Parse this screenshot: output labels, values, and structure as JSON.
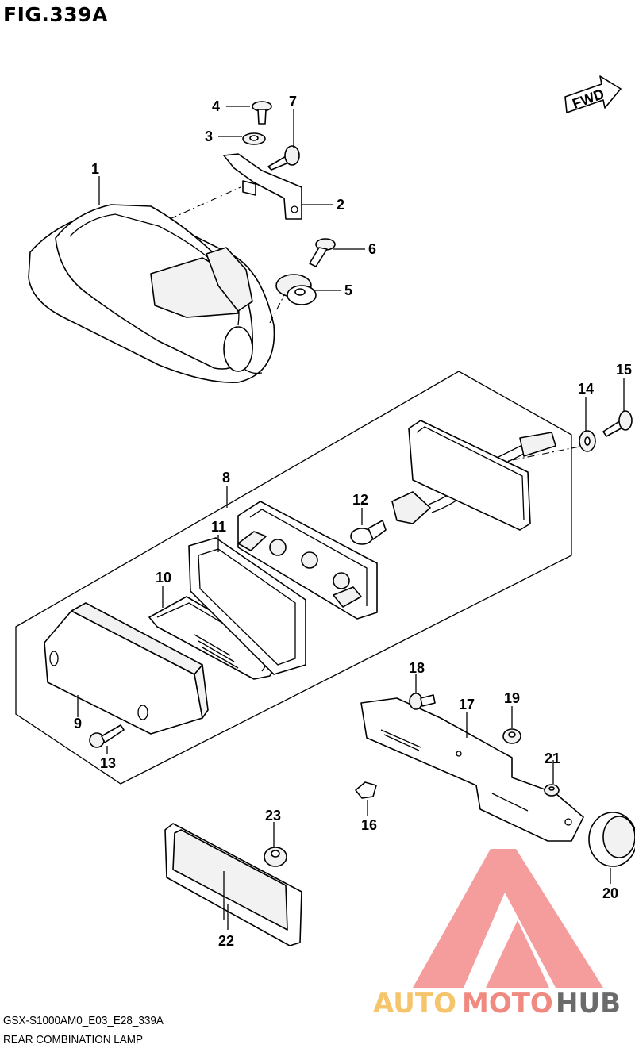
{
  "figure": {
    "title": "FIG.339A",
    "model_code": "GSX-S1000AM0_E03_E28_339A",
    "caption": "REAR COMBINATION LAMP",
    "direction_label": "FWD"
  },
  "callouts": [
    {
      "id": "c1",
      "label": "1"
    },
    {
      "id": "c2",
      "label": "2"
    },
    {
      "id": "c3",
      "label": "3"
    },
    {
      "id": "c4",
      "label": "4"
    },
    {
      "id": "c5",
      "label": "5"
    },
    {
      "id": "c6",
      "label": "6"
    },
    {
      "id": "c7",
      "label": "7"
    },
    {
      "id": "c8",
      "label": "8"
    },
    {
      "id": "c9",
      "label": "9"
    },
    {
      "id": "c10",
      "label": "10"
    },
    {
      "id": "c11",
      "label": "11"
    },
    {
      "id": "c12",
      "label": "12"
    },
    {
      "id": "c13",
      "label": "13"
    },
    {
      "id": "c14",
      "label": "14"
    },
    {
      "id": "c15",
      "label": "15"
    },
    {
      "id": "c16",
      "label": "16"
    },
    {
      "id": "c17",
      "label": "17"
    },
    {
      "id": "c18",
      "label": "18"
    },
    {
      "id": "c19",
      "label": "19"
    },
    {
      "id": "c20",
      "label": "20"
    },
    {
      "id": "c21",
      "label": "21"
    },
    {
      "id": "c22",
      "label": "22"
    },
    {
      "id": "c23",
      "label": "23"
    }
  ],
  "watermark": {
    "part1": "AUTO",
    "part2": "MOTO",
    "part3": "HUB",
    "color_auto": "#f6c46a",
    "color_moto": "#f08a80",
    "color_hub": "#6b6b6b"
  }
}
